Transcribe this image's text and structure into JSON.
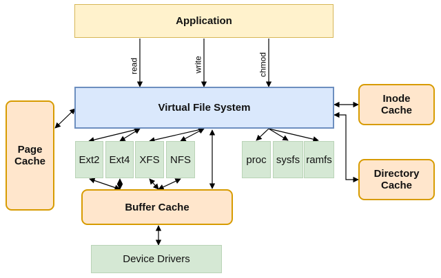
{
  "nodes": {
    "application": "Application",
    "vfs": "Virtual File System",
    "inode_cache": "Inode Cache",
    "directory_cache": "Directory Cache",
    "page_cache": "Page Cache",
    "buffer_cache": "Buffer Cache",
    "device_drivers": "Device Drivers",
    "filesystems": [
      "Ext2",
      "Ext4",
      "XFS",
      "NFS"
    ],
    "pseudo_filesystems": [
      "proc",
      "sysfs",
      "ramfs"
    ]
  },
  "edge_labels": {
    "read": "read",
    "write": "write",
    "chmod": "chmod"
  },
  "colors": {
    "yellow_fill": "#fff2cc",
    "blue_fill": "#dae8fc",
    "orange_fill": "#ffe6cc",
    "green_fill": "#d5e8d4",
    "arrow": "#000000"
  }
}
